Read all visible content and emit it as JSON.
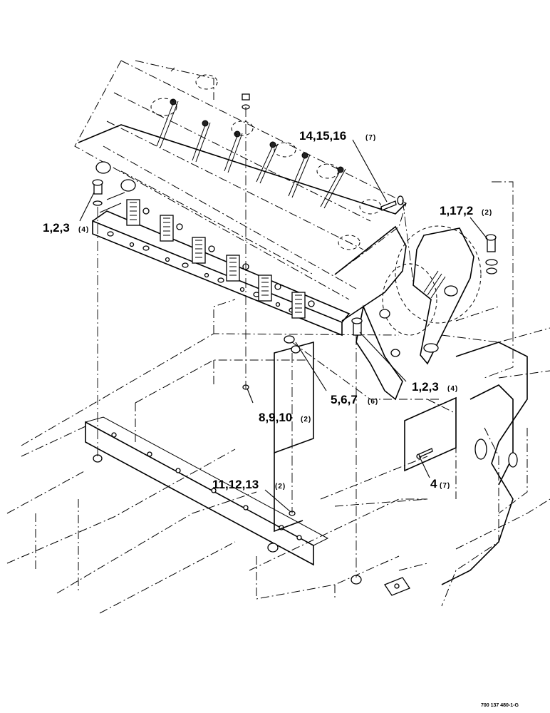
{
  "drawing": {
    "reference_number": "700 137 480-1-G"
  },
  "callouts": [
    {
      "id": "c1",
      "label": "14,15,16",
      "qty": "(7)"
    },
    {
      "id": "c2",
      "label": "1,17,2",
      "qty": "(2)"
    },
    {
      "id": "c3",
      "label": "1,2,3",
      "qty": "(4)"
    },
    {
      "id": "c4",
      "label": "1,2,3",
      "qty": "(4)"
    },
    {
      "id": "c5",
      "label": "5,6,7",
      "qty": "(6)"
    },
    {
      "id": "c6",
      "label": "8,9,10",
      "qty": "(2)"
    },
    {
      "id": "c7",
      "label": "11,12,13",
      "qty": "(2)"
    },
    {
      "id": "c8",
      "label": "4",
      "qty": "(7)"
    }
  ]
}
